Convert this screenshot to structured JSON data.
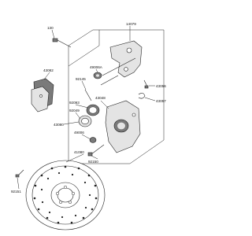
{
  "part_labels": {
    "p130": "130",
    "p14079": "14079",
    "p43082": "43082",
    "p49006A": "49006A",
    "p92145": "92145",
    "p43056": "43056",
    "p43048": "43048",
    "p92093": "92093",
    "p92049": "92049",
    "p43057": "43057",
    "p43080": "43080",
    "p49006": "49006",
    "p41080": "41080",
    "p92150": "92150",
    "p92151": "92151"
  },
  "colors": {
    "line": "#222222",
    "outline": "#222222",
    "part_fill": "#e4e4e4",
    "part_dark": "#7a7a7a",
    "background": "#ffffff"
  }
}
